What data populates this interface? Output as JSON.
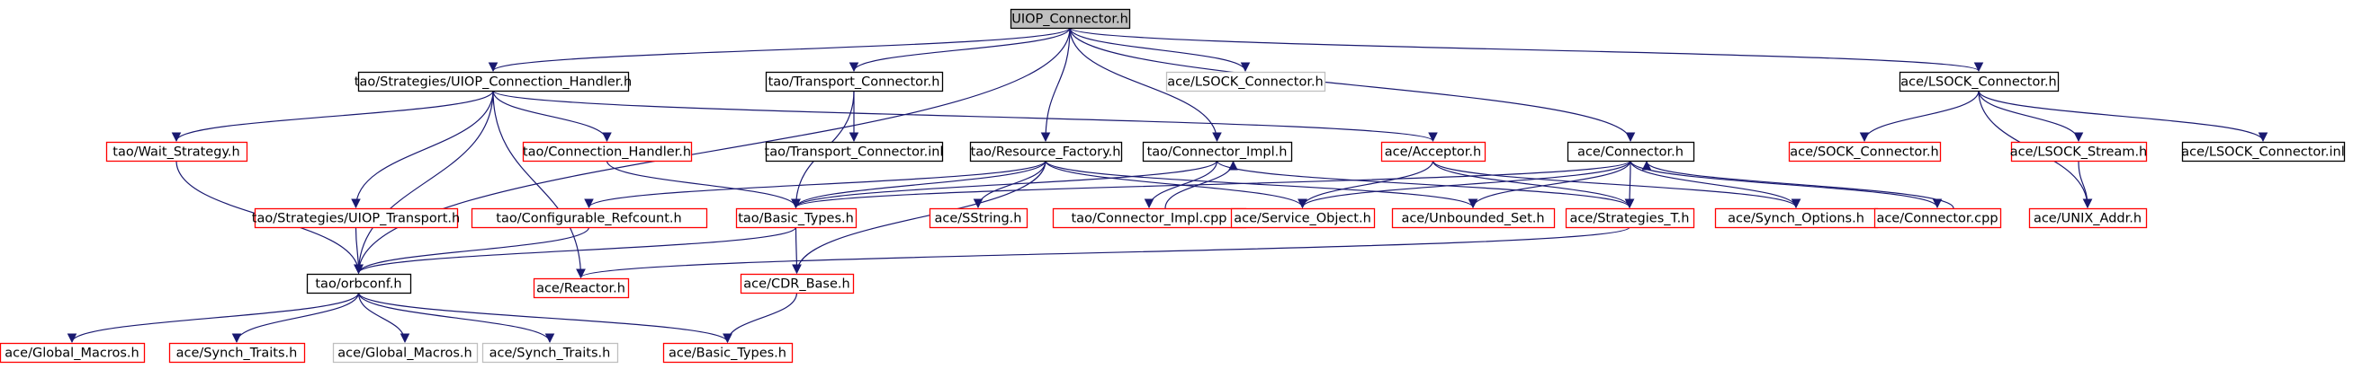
{
  "graph": {
    "colors": {
      "edge": "#191970",
      "border_normal": "#000000",
      "border_missing": "#ff0000",
      "border_external": "#bfbfbf",
      "fill_root": "#bfbfbf",
      "fill_normal": "#ffffff"
    },
    "nodes": [
      {
        "id": "root",
        "label": "UIOP_Connector.h",
        "kind": "root"
      },
      {
        "id": "uch",
        "label": "tao/Strategies/UIOP_Connection_Handler.h",
        "kind": "normal"
      },
      {
        "id": "ttc",
        "label": "tao/Transport_Connector.h",
        "kind": "normal"
      },
      {
        "id": "alsc_ext",
        "label": "ace/LSOCK_Connector.h",
        "kind": "external"
      },
      {
        "id": "alsc",
        "label": "ace/LSOCK_Connector.h",
        "kind": "normal"
      },
      {
        "id": "tws",
        "label": "tao/Wait_Strategy.h",
        "kind": "missing"
      },
      {
        "id": "tch",
        "label": "tao/Connection_Handler.h",
        "kind": "missing"
      },
      {
        "id": "ttci",
        "label": "tao/Transport_Connector.inl",
        "kind": "normal"
      },
      {
        "id": "trf",
        "label": "tao/Resource_Factory.h",
        "kind": "normal"
      },
      {
        "id": "tci",
        "label": "tao/Connector_Impl.h",
        "kind": "normal"
      },
      {
        "id": "aacc",
        "label": "ace/Acceptor.h",
        "kind": "missing"
      },
      {
        "id": "acon",
        "label": "ace/Connector.h",
        "kind": "normal"
      },
      {
        "id": "asockc",
        "label": "ace/SOCK_Connector.h",
        "kind": "missing"
      },
      {
        "id": "alss",
        "label": "ace/LSOCK_Stream.h",
        "kind": "missing"
      },
      {
        "id": "alsci",
        "label": "ace/LSOCK_Connector.inl",
        "kind": "normal"
      },
      {
        "id": "tsut",
        "label": "tao/Strategies/UIOP_Transport.h",
        "kind": "missing"
      },
      {
        "id": "tcr",
        "label": "tao/Configurable_Refcount.h",
        "kind": "missing"
      },
      {
        "id": "tbt",
        "label": "tao/Basic_Types.h",
        "kind": "missing"
      },
      {
        "id": "ass",
        "label": "ace/SString.h",
        "kind": "missing"
      },
      {
        "id": "tcic",
        "label": "tao/Connector_Impl.cpp",
        "kind": "missing"
      },
      {
        "id": "aso",
        "label": "ace/Service_Object.h",
        "kind": "missing"
      },
      {
        "id": "aus",
        "label": "ace/Unbounded_Set.h",
        "kind": "missing"
      },
      {
        "id": "ast",
        "label": "ace/Strategies_T.h",
        "kind": "missing"
      },
      {
        "id": "asyo",
        "label": "ace/Synch_Options.h",
        "kind": "missing"
      },
      {
        "id": "aconc",
        "label": "ace/Connector.cpp",
        "kind": "missing"
      },
      {
        "id": "aua",
        "label": "ace/UNIX_Addr.h",
        "kind": "missing"
      },
      {
        "id": "torb",
        "label": "tao/orbconf.h",
        "kind": "normal"
      },
      {
        "id": "arx",
        "label": "ace/Reactor.h",
        "kind": "missing"
      },
      {
        "id": "acdr",
        "label": "ace/CDR_Base.h",
        "kind": "missing"
      },
      {
        "id": "agm1",
        "label": "ace/Global_Macros.h",
        "kind": "missing"
      },
      {
        "id": "asyt1",
        "label": "ace/Synch_Traits.h",
        "kind": "missing"
      },
      {
        "id": "agm2",
        "label": "ace/Global_Macros.h",
        "kind": "external"
      },
      {
        "id": "asyt2",
        "label": "ace/Synch_Traits.h",
        "kind": "external"
      },
      {
        "id": "abt",
        "label": "ace/Basic_Types.h",
        "kind": "missing"
      }
    ],
    "edges": [
      [
        "root",
        "uch"
      ],
      [
        "root",
        "ttc"
      ],
      [
        "root",
        "alsc_ext"
      ],
      [
        "root",
        "alsc"
      ],
      [
        "root",
        "trf"
      ],
      [
        "root",
        "tci"
      ],
      [
        "root",
        "acon"
      ],
      [
        "root",
        "torb"
      ],
      [
        "uch",
        "tws"
      ],
      [
        "uch",
        "tch"
      ],
      [
        "uch",
        "aacc"
      ],
      [
        "uch",
        "tsut"
      ],
      [
        "uch",
        "arx"
      ],
      [
        "uch",
        "torb"
      ],
      [
        "ttc",
        "ttci"
      ],
      [
        "ttc",
        "tbt"
      ],
      [
        "alsc",
        "asockc"
      ],
      [
        "alsc",
        "alss"
      ],
      [
        "alsc",
        "alsci"
      ],
      [
        "alsc",
        "aua"
      ],
      [
        "tws",
        "torb"
      ],
      [
        "tch",
        "tbt"
      ],
      [
        "trf",
        "tcr"
      ],
      [
        "trf",
        "tbt"
      ],
      [
        "trf",
        "ass"
      ],
      [
        "trf",
        "aso"
      ],
      [
        "trf",
        "aus"
      ],
      [
        "trf",
        "acdr"
      ],
      [
        "tci",
        "tcic"
      ],
      [
        "tci",
        "tbt"
      ],
      [
        "tci",
        "ast"
      ],
      [
        "aacc",
        "aso"
      ],
      [
        "aacc",
        "ast"
      ],
      [
        "aacc",
        "asyo"
      ],
      [
        "acon",
        "aso"
      ],
      [
        "acon",
        "aus"
      ],
      [
        "acon",
        "ast"
      ],
      [
        "acon",
        "asyo"
      ],
      [
        "acon",
        "aconc"
      ],
      [
        "acon",
        "tbt"
      ],
      [
        "alss",
        "aua"
      ],
      [
        "tsut",
        "torb"
      ],
      [
        "tcr",
        "torb"
      ],
      [
        "tbt",
        "torb"
      ],
      [
        "tbt",
        "acdr"
      ],
      [
        "tcic",
        "tci"
      ],
      [
        "aconc",
        "acon"
      ],
      [
        "ast",
        "arx"
      ],
      [
        "torb",
        "agm1"
      ],
      [
        "torb",
        "asyt1"
      ],
      [
        "torb",
        "agm2"
      ],
      [
        "torb",
        "asyt2"
      ],
      [
        "torb",
        "abt"
      ],
      [
        "acdr",
        "abt"
      ]
    ]
  }
}
